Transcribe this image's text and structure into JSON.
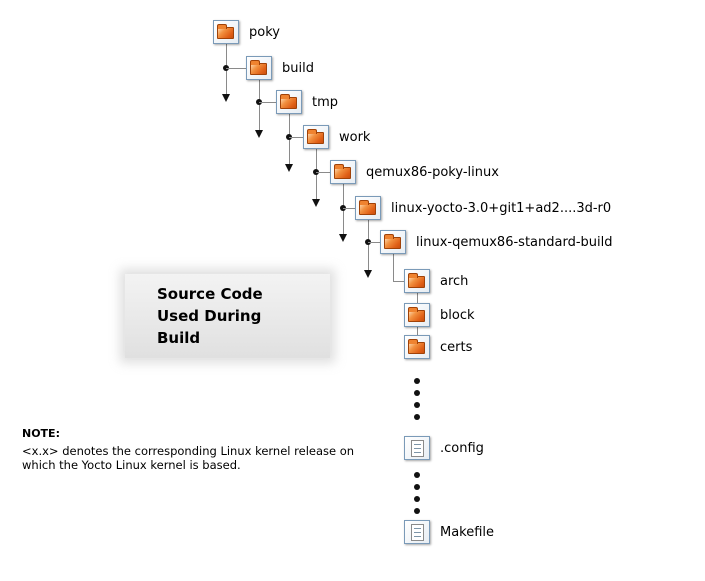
{
  "diagram": {
    "title_box": {
      "lines": [
        "Source Code",
        "Used During",
        "Build"
      ]
    },
    "note": {
      "label": "NOTE:",
      "lines": [
        "<x.x> denotes the corresponding Linux kernel release on",
        "which the Yocto Linux kernel is based."
      ]
    },
    "tree": {
      "nodes": [
        {
          "label": "poky",
          "type": "folder"
        },
        {
          "label": "build",
          "type": "folder"
        },
        {
          "label": "tmp",
          "type": "folder"
        },
        {
          "label": "work",
          "type": "folder"
        },
        {
          "label": "qemux86-poky-linux",
          "type": "folder"
        },
        {
          "label": "linux-yocto-3.0+git1+ad2....3d-r0",
          "type": "folder"
        },
        {
          "label": "linux-qemux86-standard-build",
          "type": "folder"
        },
        {
          "label": "arch",
          "type": "folder"
        },
        {
          "label": "block",
          "type": "folder"
        },
        {
          "label": "certs",
          "type": "folder"
        },
        {
          "label": ".config",
          "type": "file"
        },
        {
          "label": "Makefile",
          "type": "file"
        }
      ]
    },
    "colors": {
      "folder_orange": "#e05f16",
      "icon_border_blue": "#7a9ab8",
      "connector_gray": "#8a8a8a",
      "dot_black": "#111111",
      "callout_gray": "#e8e8e8"
    }
  }
}
